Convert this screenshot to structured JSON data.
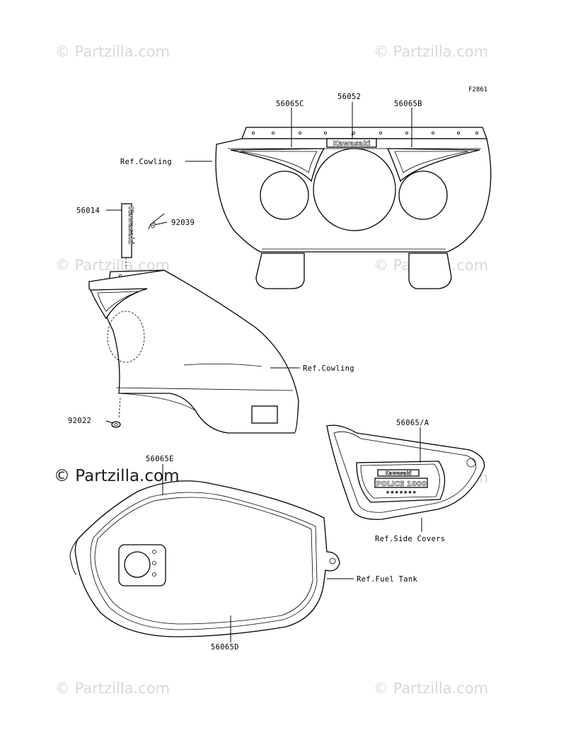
{
  "figure_code": "F2861",
  "watermark": {
    "text": "© Partzilla.com",
    "main_text": "© Partzilla.com"
  },
  "decal_texts": {
    "brand": "Kawasaki",
    "police": "POLICE 1000",
    "stars": "★★★★★★★"
  },
  "callouts": {
    "c56065C": "56065C",
    "c56052": "56052",
    "c56065B": "56065B",
    "ref_cowling_top": "Ref.Cowling",
    "c56014": "56014",
    "c92039": "92039",
    "ref_cowling_mid": "Ref.Cowling",
    "c92022": "92022",
    "c56065A": "56065/A",
    "c56065E": "56065E",
    "ref_side_covers": "Ref.Side Covers",
    "ref_fuel_tank": "Ref.Fuel Tank",
    "c56065D": "56065D"
  },
  "colors": {
    "line": "#000000",
    "watermark": "#d8d8d8",
    "background": "#ffffff"
  }
}
